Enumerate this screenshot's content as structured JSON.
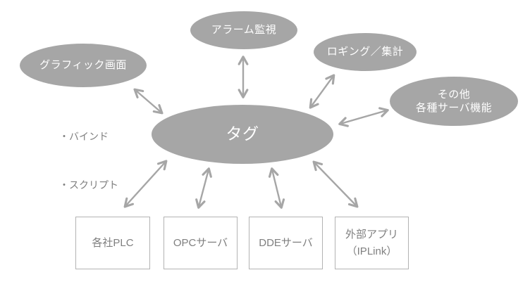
{
  "diagram": {
    "title_hint": "tag-hub-architecture-diagram",
    "center_node": {
      "label": "タグ"
    },
    "ellipse_nodes": {
      "graphic_screen": {
        "label": "グラフィック画面"
      },
      "alarm_monitor": {
        "label": "アラーム監視"
      },
      "logging": {
        "label": "ロギング／集計"
      },
      "other_servers": {
        "label_line1": "その他",
        "label_line2": "各種サーバ機能"
      }
    },
    "box_nodes": {
      "plc": {
        "label": "各社PLC"
      },
      "opc_server": {
        "label": "OPCサーバ"
      },
      "dde_server": {
        "label": "DDEサーバ"
      },
      "external_app": {
        "label_line1": "外部アプリ",
        "label_line2": "（IPLink）"
      }
    },
    "annotation": {
      "items": [
        "・バインド",
        "・スクリプト"
      ]
    },
    "connections": [
      {
        "from": "tag",
        "to": "graphic_screen",
        "bidirectional": true
      },
      {
        "from": "tag",
        "to": "alarm_monitor",
        "bidirectional": true
      },
      {
        "from": "tag",
        "to": "logging",
        "bidirectional": true
      },
      {
        "from": "tag",
        "to": "other_servers",
        "bidirectional": true
      },
      {
        "from": "tag",
        "to": "plc",
        "bidirectional": true
      },
      {
        "from": "tag",
        "to": "opc_server",
        "bidirectional": true
      },
      {
        "from": "tag",
        "to": "dde_server",
        "bidirectional": true
      },
      {
        "from": "tag",
        "to": "external_app",
        "bidirectional": true
      }
    ],
    "colors": {
      "node_fill": "#a6a6a6",
      "node_text": "#ffffff",
      "arrow": "#a6a6a6",
      "box_border": "#b3b3b3",
      "muted_text": "#7f7f7f",
      "background": "#ffffff"
    }
  }
}
